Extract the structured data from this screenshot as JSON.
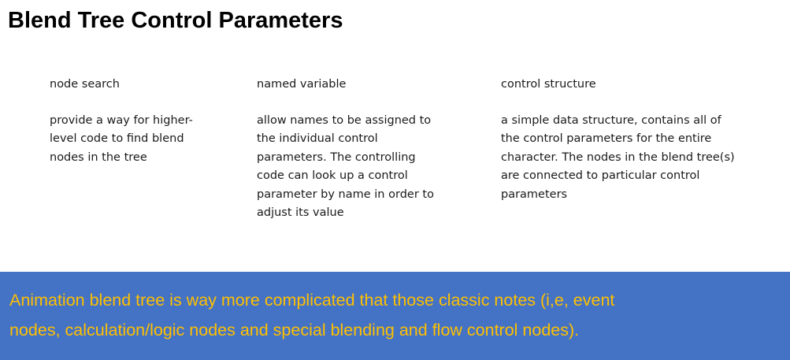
{
  "slide": {
    "title": "Blend Tree Control Parameters"
  },
  "columns": [
    {
      "heading": "node search",
      "body": "provide a way for higher-level code to find blend nodes in the tree"
    },
    {
      "heading": "named variable",
      "body": "allow names to be assigned to the individual control parameters. The controlling code can look up a control parameter by name in order to adjust its value"
    },
    {
      "heading": "control structure",
      "body": "a simple data structure, contains all of the control parameters for the entire  character. The nodes in the blend tree(s) are connected to particular control parameters"
    }
  ],
  "banner": {
    "line1": "Animation blend tree is way more complicated that those classic notes (i,e, event",
    "line2": "nodes, calculation/logic nodes and special blending and flow control nodes).",
    "background_color": "#4472c4",
    "text_color": "#ffc000"
  }
}
